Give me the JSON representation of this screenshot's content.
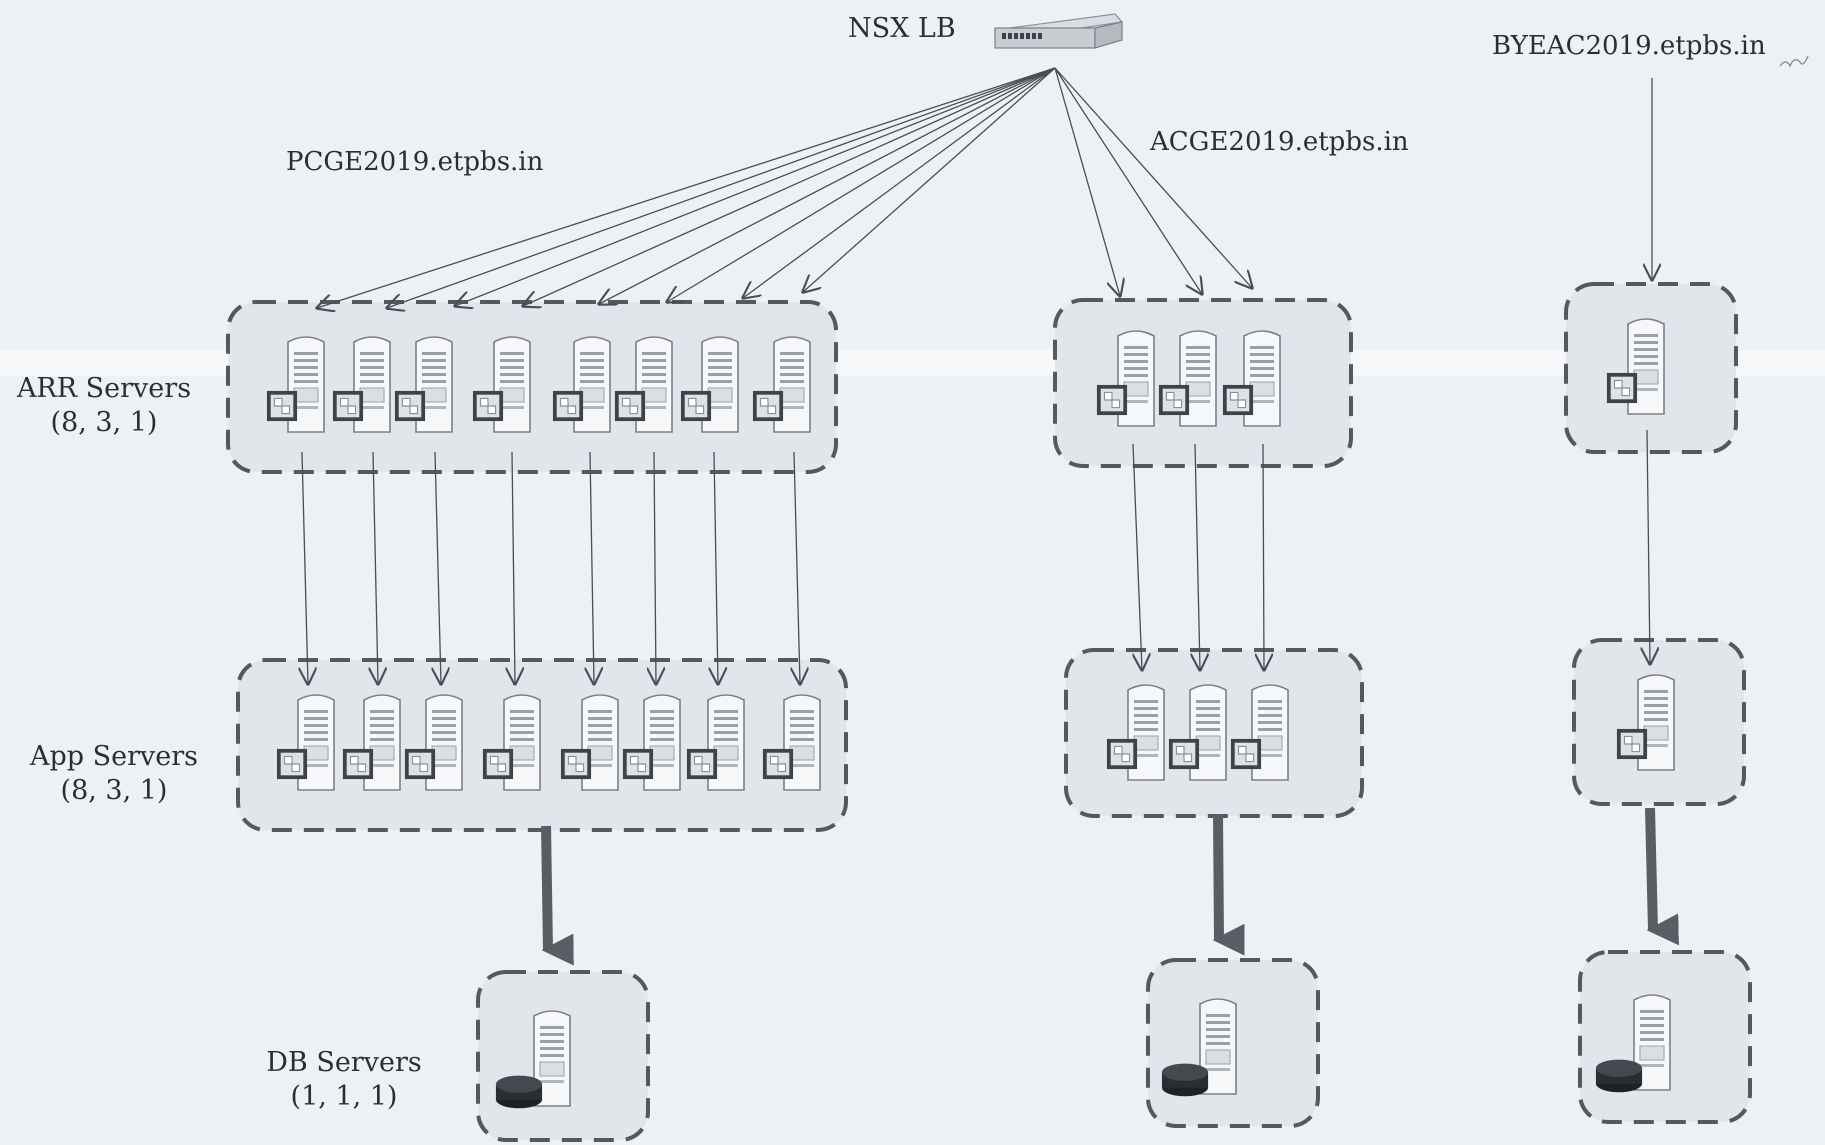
{
  "load_balancer": {
    "label": "NSX LB",
    "icon": "network-switch-icon"
  },
  "domains": [
    {
      "id": "pcge",
      "name": "PCGE2019.etpbs.in"
    },
    {
      "id": "acge",
      "name": "ACGE2019.etpbs.in"
    },
    {
      "id": "byeac",
      "name": "BYEAC2019.etpbs.in"
    }
  ],
  "tiers": [
    {
      "id": "arr",
      "name": "ARR Servers",
      "counts": "(8, 3, 1)",
      "icon": "server-icon"
    },
    {
      "id": "app",
      "name": "App Servers",
      "counts": "(8, 3, 1)",
      "icon": "server-icon"
    },
    {
      "id": "db",
      "name": "DB Servers",
      "counts": "(1, 1, 1)",
      "icon": "database-server-icon"
    }
  ],
  "colors": {
    "background": "#eef1f3",
    "group_fill": "#e2e6ea",
    "group_border": "#55595e",
    "arrow": "#4a4e54",
    "text": "#2b2f35"
  }
}
